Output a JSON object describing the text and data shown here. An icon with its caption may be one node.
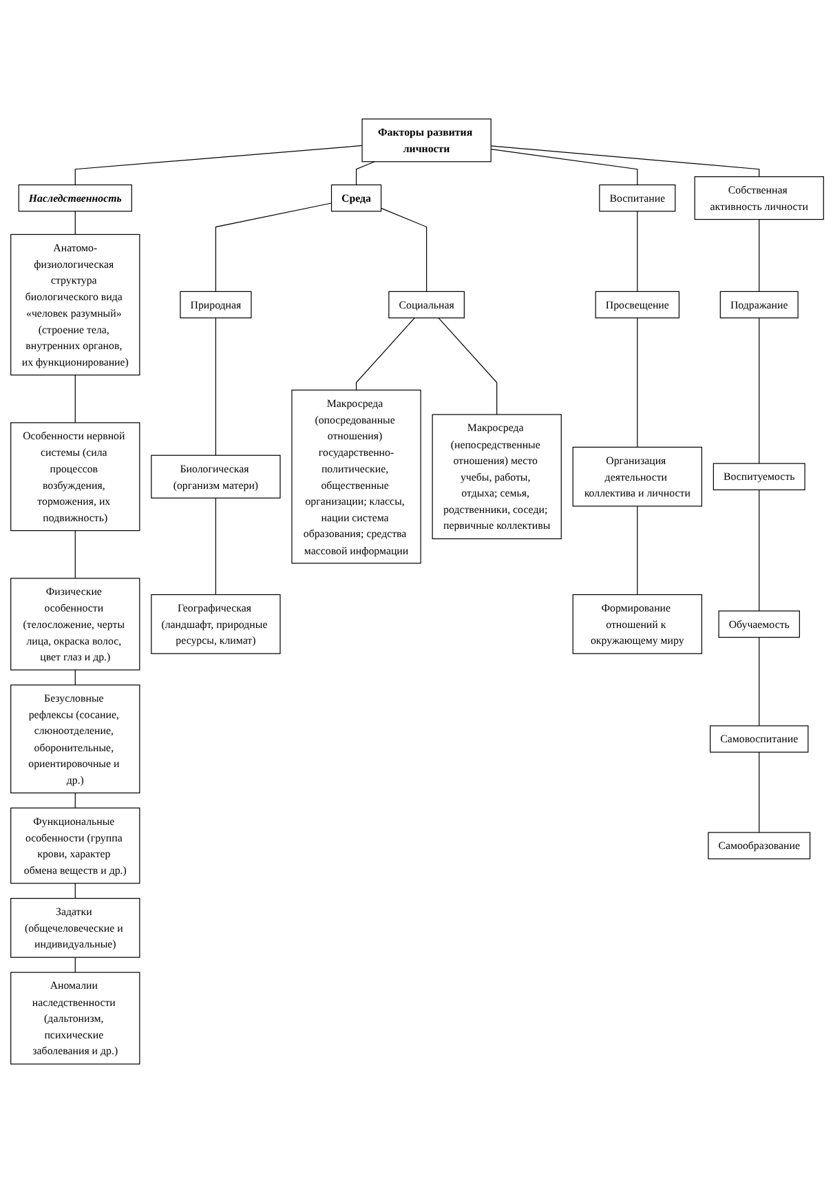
{
  "diagram": {
    "nodes": [
      {
        "text": [
          "Факторы развития личности"
        ]
      },
      {
        "text": [
          "Наследственность"
        ]
      },
      {
        "text": [
          "Среда"
        ]
      },
      {
        "text": [
          "Воспитание"
        ]
      },
      {
        "text": [
          "Собственная активность личности"
        ]
      },
      {
        "text": [
          "Анатомо-физиологическая структура биологического вида «человек разумный» (строение тела, внутренних органов, их функционирование)"
        ]
      },
      {
        "text": [
          "Особенности нервной системы (сила процессов возбуждения, торможения, их подвижность)"
        ]
      },
      {
        "text": [
          "Физические особенности (телосложение, черты лица, окраска волос, цвет глаз и др.)"
        ]
      },
      {
        "text": [
          "Безусловные рефлексы (сосание, слюноотделение, оборонительные, ориентировочные и др.)"
        ]
      },
      {
        "text": [
          "Функциональные особенности (группа крови, характер обмена веществ и др.)"
        ]
      },
      {
        "text": [
          "Задатки (общечеловеческие и индивидуальные)"
        ]
      },
      {
        "text": [
          "Аномалии наследственности (дальтонизм, психические заболевания и др.)"
        ]
      },
      {
        "text": [
          "Природная"
        ]
      },
      {
        "text": [
          "Социальная"
        ]
      },
      {
        "text": [
          "Биологическая (организм матери)"
        ]
      },
      {
        "text": [
          "Географическая (ландшафт, природные ресурсы, климат)"
        ]
      },
      {
        "text": [
          "Макросреда (опосредованные отношения) государственно-политические, общественные организации; классы, нации система образования; средства массовой информации"
        ]
      },
      {
        "text": [
          "Макросреда (непосредственные отношения) место учебы, работы, отдыха; семья, родственники, соседи; первичные коллективы"
        ]
      },
      {
        "text": [
          "Просвещение"
        ]
      },
      {
        "text": [
          "Организация деятельности коллектива и личности"
        ]
      },
      {
        "text": [
          "Формирование отношений к окружающему миру"
        ]
      },
      {
        "text": [
          "Подражание"
        ]
      },
      {
        "text": [
          "Воспитуемость"
        ]
      },
      {
        "text": [
          "Обучаемость"
        ]
      },
      {
        "text": [
          "Самовоспитание"
        ]
      },
      {
        "text": [
          "Самообразование"
        ]
      }
    ],
    "edges": [
      {
        "from": 0,
        "to": 1,
        "arrow": "none"
      },
      {
        "from": 0,
        "to": 2,
        "arrow": "none"
      },
      {
        "from": 0,
        "to": 3,
        "arrow": "none"
      },
      {
        "from": 0,
        "to": 4,
        "arrow": "none"
      },
      {
        "from": 1,
        "to": 5,
        "arrow": "none"
      },
      {
        "from": 5,
        "to": 6,
        "arrow": "none"
      },
      {
        "from": 6,
        "to": 7,
        "arrow": "none"
      },
      {
        "from": 7,
        "to": 8,
        "arrow": "none"
      },
      {
        "from": 8,
        "to": 9,
        "arrow": "none"
      },
      {
        "from": 9,
        "to": 10,
        "arrow": "none"
      },
      {
        "from": 10,
        "to": 11,
        "arrow": "none"
      },
      {
        "from": 2,
        "to": 12,
        "arrow": "none"
      },
      {
        "from": 2,
        "to": 13,
        "arrow": "none"
      },
      {
        "from": 12,
        "to": 14,
        "arrow": "none"
      },
      {
        "from": 14,
        "to": 15,
        "arrow": "none"
      },
      {
        "from": 13,
        "to": 16,
        "arrow": "none"
      },
      {
        "from": 13,
        "to": 17,
        "arrow": "none"
      },
      {
        "from": 3,
        "to": 18,
        "arrow": "none"
      },
      {
        "from": 18,
        "to": 19,
        "arrow": "none"
      },
      {
        "from": 19,
        "to": 20,
        "arrow": "none"
      },
      {
        "from": 4,
        "to": 21,
        "arrow": "none"
      },
      {
        "from": 21,
        "to": 22,
        "arrow": "none"
      },
      {
        "from": 22,
        "to": 23,
        "arrow": "none"
      },
      {
        "from": 23,
        "to": 24,
        "arrow": "none"
      },
      {
        "from": 24,
        "to": 25,
        "arrow": "none"
      }
    ]
  }
}
